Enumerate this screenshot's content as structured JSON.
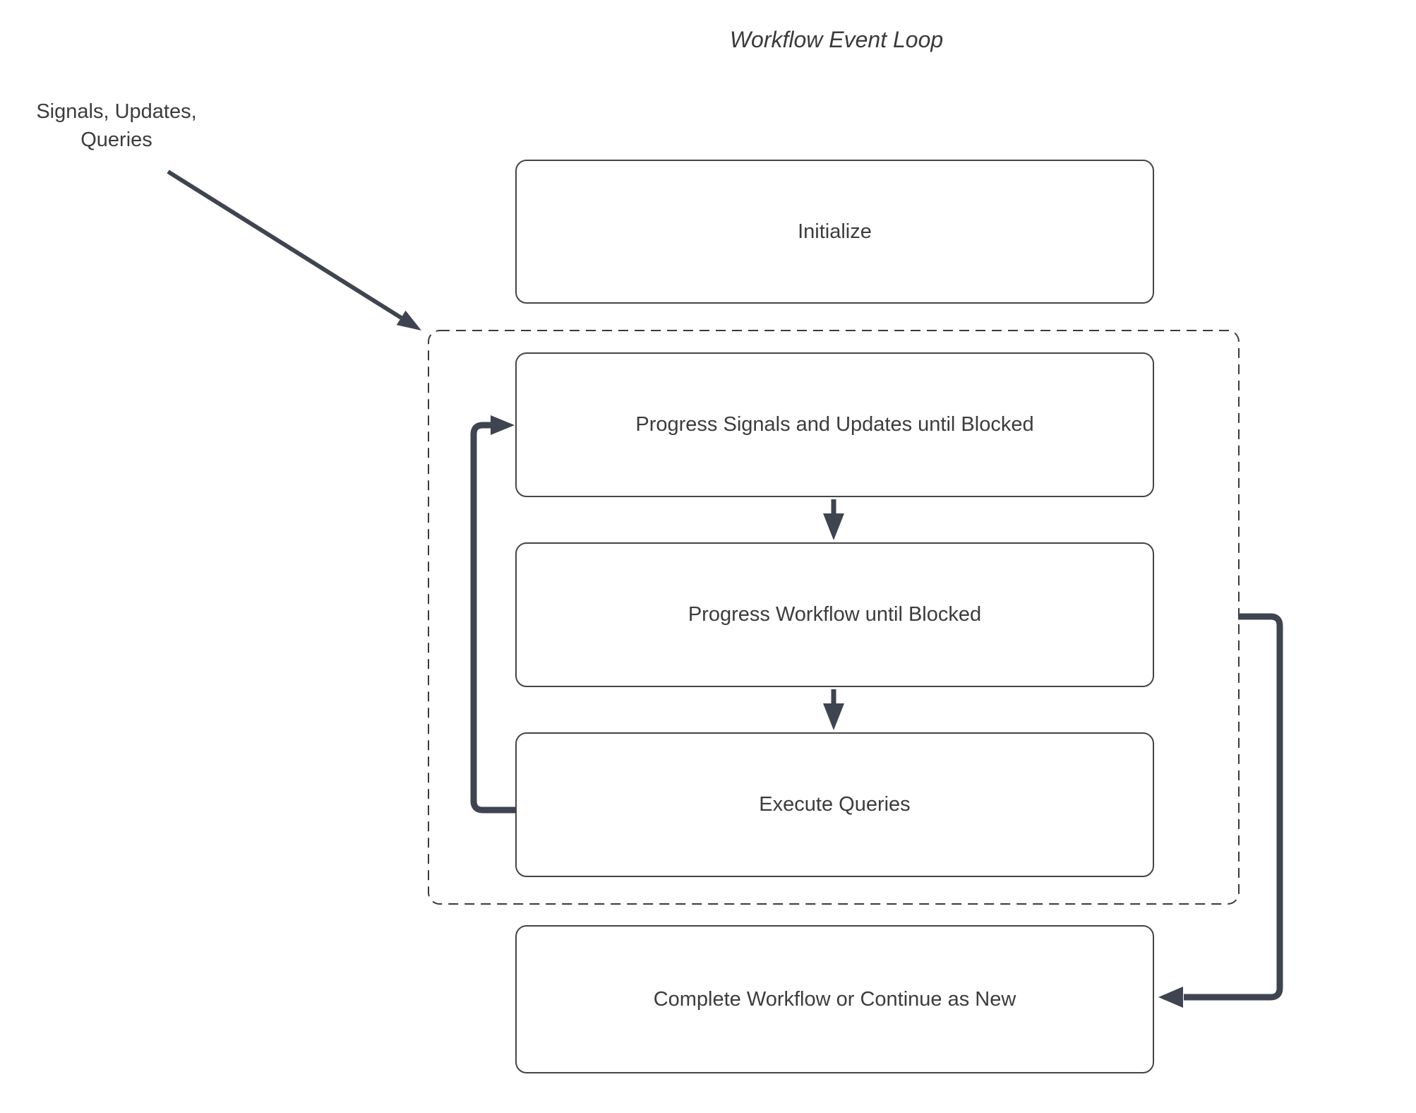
{
  "title": "Workflow Event Loop",
  "external_label": "Signals, Updates,\nQueries",
  "nodes": {
    "initialize": "Initialize",
    "progress_signals_updates": "Progress Signals and Updates until Blocked",
    "progress_workflow": "Progress Workflow until Blocked",
    "execute_queries": "Execute Queries",
    "complete_or_continue": "Complete Workflow or Continue as New"
  },
  "colors": {
    "connector": "#3E4450",
    "node_border": "#454545",
    "dashed_border": "#3A3A3A",
    "text": "#3C3C3C",
    "background": "#FFFFFF"
  }
}
